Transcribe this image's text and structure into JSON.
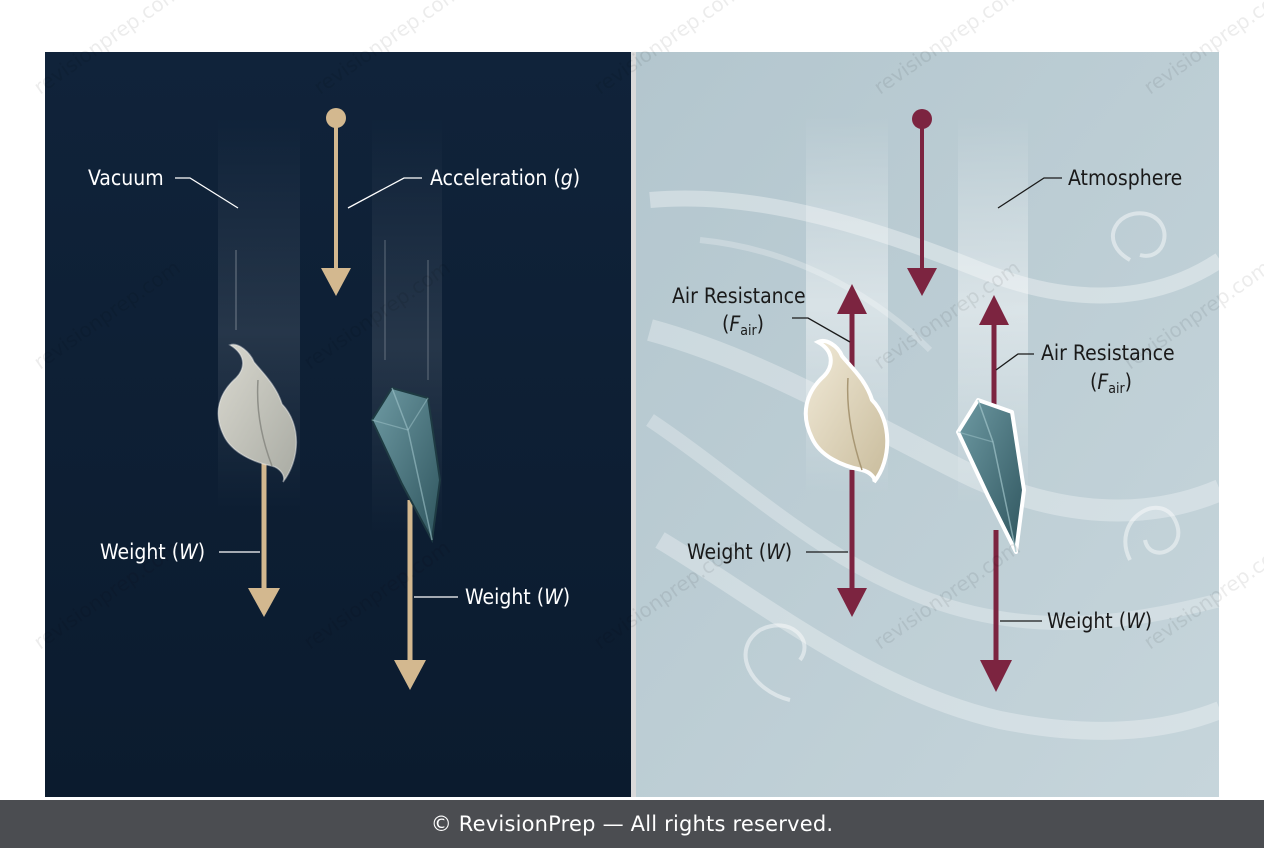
{
  "left_panel": {
    "label_vacuum": "Vacuum",
    "label_acceleration": "Acceleration (",
    "label_acceleration_symbol": "g",
    "label_acceleration_close": ")",
    "label_weight_prefix": "Weight (",
    "label_weight_symbol": "W",
    "label_weight_close": ")"
  },
  "right_panel": {
    "label_atmosphere": "Atmosphere",
    "label_air_resistance": "Air Resistance",
    "label_air_open": "(",
    "label_air_symbol": "F",
    "label_air_subscript": "air",
    "label_air_close": ")",
    "label_weight_prefix": "Weight (",
    "label_weight_symbol": "W",
    "label_weight_close": ")"
  },
  "watermark": {
    "text": "revisionprep.com"
  },
  "footer": {
    "text": "© RevisionPrep — All rights reserved."
  },
  "colors": {
    "vacuum_bg": "#0f2238",
    "atmosphere_bg": "#b4c7cf",
    "arrow_tan": "#d3b88f",
    "arrow_maroon": "#7c2440",
    "crystal": "#4a7680",
    "feather": "#e3d9c0",
    "footer_bg": "#4b4d51"
  },
  "icons": [
    "feather-icon",
    "crystal-icon",
    "swirl-icon"
  ]
}
